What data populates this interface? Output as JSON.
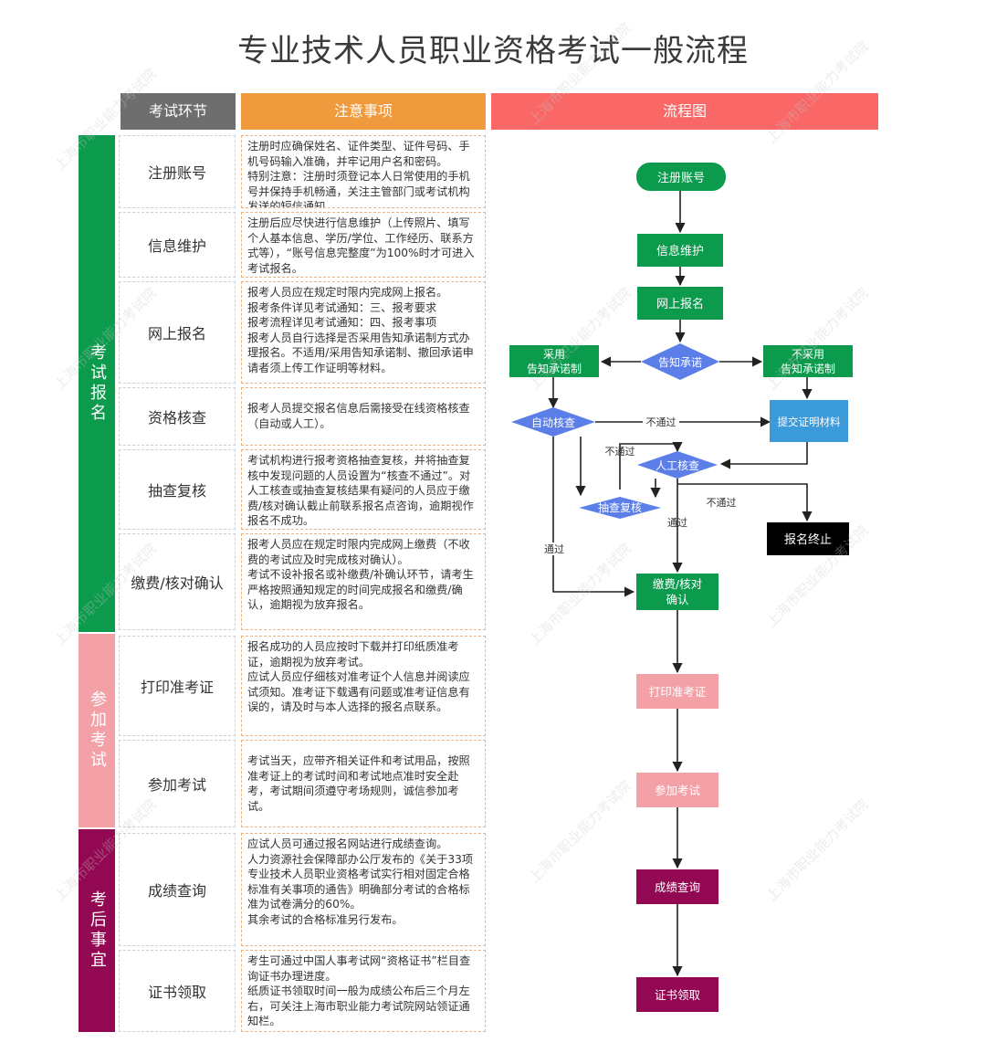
{
  "title": "专业技术人员职业资格考试一般流程",
  "headers": {
    "stage": "考试环节",
    "notes": "注意事项",
    "flow": "流程图"
  },
  "colors": {
    "green": "#0c9a4c",
    "pink": "#f4a0a7",
    "maroon": "#930852",
    "grey": "#6e6e6e",
    "orange": "#ef9a3c",
    "red": "#f96767",
    "blue_box": "#3b9ad9",
    "diamond": "#5b7ee8",
    "black": "#000000"
  },
  "groups": [
    {
      "label": "考试报名",
      "color": "#0c9a4c"
    },
    {
      "label": "参加考试",
      "color": "#f4a0a7"
    },
    {
      "label": "考后事宜",
      "color": "#930852"
    }
  ],
  "rows": [
    {
      "stage": "注册账号",
      "notes": "注册时应确保姓名、证件类型、证件号码、手机号码输入准确，并牢记用户名和密码。\n特别注意：注册时须登记本人日常使用的手机号并保持手机畅通，关注主管部门或考试机构发送的短信通知。"
    },
    {
      "stage": "信息维护",
      "notes": "注册后应尽快进行信息维护（上传照片、填写个人基本信息、学历/学位、工作经历、联系方式等），“账号信息完整度”为100%时才可进入考试报名。"
    },
    {
      "stage": "网上报名",
      "notes": "报考人员应在规定时限内完成网上报名。\n报考条件详见考试通知：三、报考要求\n报考流程详见考试通知：四、报考事项\n报考人员自行选择是否采用告知承诺制方式办理报名。不适用/采用告知承诺制、撤回承诺申请者须上传工作证明等材料。"
    },
    {
      "stage": "资格核查",
      "notes": "报考人员提交报名信息后需接受在线资格核查（自动或人工）。"
    },
    {
      "stage": "抽查复核",
      "notes": "考试机构进行报考资格抽查复核，并将抽查复核中发现问题的人员设置为“核查不通过”。对人工核查或抽查复核结果有疑问的人员应于缴费/核对确认截止前联系报名点咨询，逾期视作报名不成功。"
    },
    {
      "stage": "缴费/核对确认",
      "notes": "报考人员应在规定时限内完成网上缴费（不收费的考试应及时完成核对确认）。\n考试不设补报名或补缴费/补确认环节，请考生严格按照通知规定的时间完成报名和缴费/确认，逾期视为放弃报名。"
    },
    {
      "stage": "打印准考证",
      "notes": "报名成功的人员应按时下载并打印纸质准考证，逾期视为放弃考试。\n应试人员应仔细核对准考证个人信息并阅读应试须知。准考证下载遇有问题或准考证信息有误的，请及时与本人选择的报名点联系。"
    },
    {
      "stage": "参加考试",
      "notes": "考试当天，应带齐相关证件和考试用品，按照准考证上的考试时间和考试地点准时安全赴考，考试期间须遵守考场规则，诚信参加考试。"
    },
    {
      "stage": "成绩查询",
      "notes": "应试人员可通过报名网站进行成绩查询。\n人力资源社会保障部办公厅发布的《关于33项专业技术人员职业资格考试实行相对固定合格标准有关事项的通告》明确部分考试的合格标准为试卷满分的60%。\n其余考试的合格标准另行发布。"
    },
    {
      "stage": "证书领取",
      "notes": "考生可通过中国人事考试网“资格证书”栏目查询证书办理进度。\n纸质证书领取时间一般为成绩公布后三个月左右，可关注上海市职业能力考试院网站领证通知栏。"
    }
  ],
  "flow": {
    "register": "注册账号",
    "info": "信息维护",
    "apply": "网上报名",
    "commit": "告知承诺",
    "adopt_l1": "采用",
    "adopt_l2": "告知承诺制",
    "noadopt_l1": "不采用",
    "noadopt_l2": "告知承诺制",
    "auto_check": "自动核查",
    "submit_proof": "提交证明材料",
    "manual_check": "人工核查",
    "spot_check": "抽查复核",
    "terminate": "报名终止",
    "pay_l1": "缴费/核对",
    "pay_l2": "确认",
    "print": "打印准考证",
    "exam": "参加考试",
    "score": "成绩查询",
    "cert": "证书领取",
    "fail_1": "不通过",
    "fail_2": "不通过",
    "fail_3": "不通过",
    "pass_1": "通过",
    "pass_2": "通过"
  },
  "watermark": "上海市职业能力考试院"
}
